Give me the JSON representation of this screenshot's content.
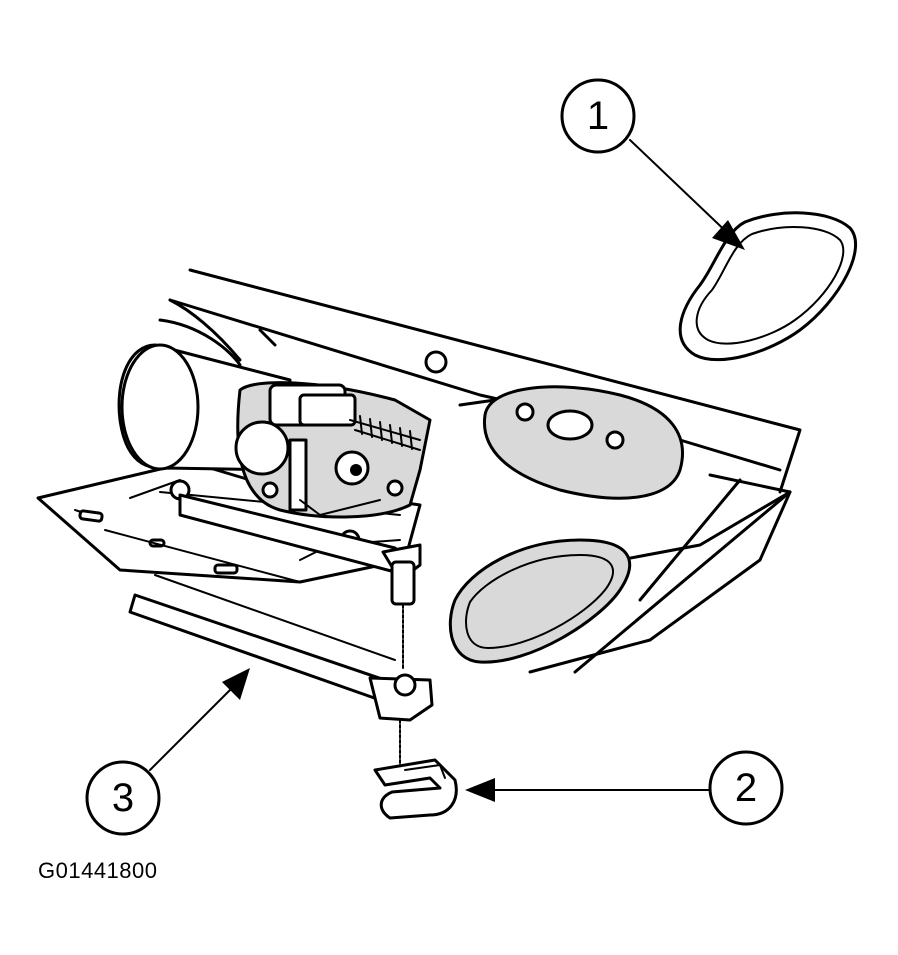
{
  "figure": {
    "code": "G01441800",
    "callouts": [
      {
        "id": "1",
        "label": "1",
        "target": "gasket"
      },
      {
        "id": "2",
        "label": "2",
        "target": "retaining-clip"
      },
      {
        "id": "3",
        "label": "3",
        "target": "wiper-link-arm"
      }
    ]
  },
  "colors": {
    "line": "#000000",
    "background": "#ffffff",
    "shading": "#d9d9d9"
  }
}
